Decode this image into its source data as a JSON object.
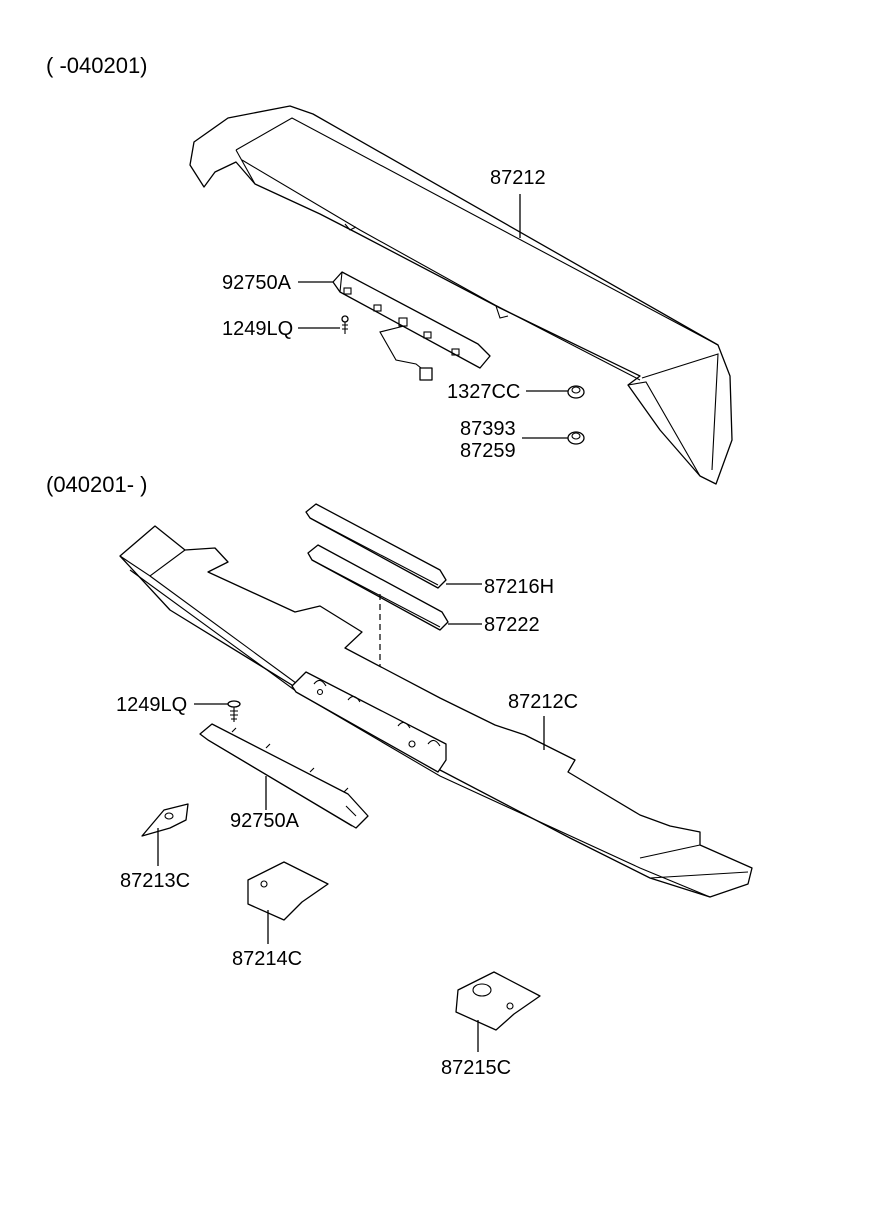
{
  "diagram": {
    "variants": [
      {
        "version": "( -040201)",
        "parts": {
          "spoiler": "87212",
          "lamp": "92750A",
          "screw": "1249LQ",
          "nut_a": "1327CC",
          "nut_b_line1": "87393",
          "nut_b_line2": "87259"
        }
      },
      {
        "version": "(040201- )",
        "parts": {
          "trim_upper": "87216H",
          "trim_lower": "87222",
          "spoiler": "87212C",
          "screw": "1249LQ",
          "lamp": "92750A",
          "cap_left": "87213C",
          "pad_mid": "87214C",
          "pad_right": "87215C"
        }
      }
    ]
  }
}
